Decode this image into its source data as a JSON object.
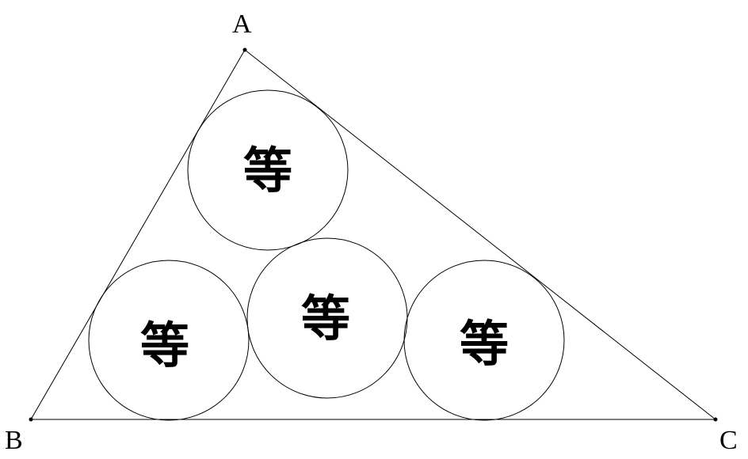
{
  "vertices": {
    "a": {
      "label": "A"
    },
    "b": {
      "label": "B"
    },
    "c": {
      "label": "C"
    }
  },
  "circles": [
    {
      "glyph": "等"
    },
    {
      "glyph": "等"
    },
    {
      "glyph": "等"
    },
    {
      "glyph": "等"
    }
  ],
  "colors": {
    "stroke": "#000000",
    "background": "#ffffff"
  }
}
